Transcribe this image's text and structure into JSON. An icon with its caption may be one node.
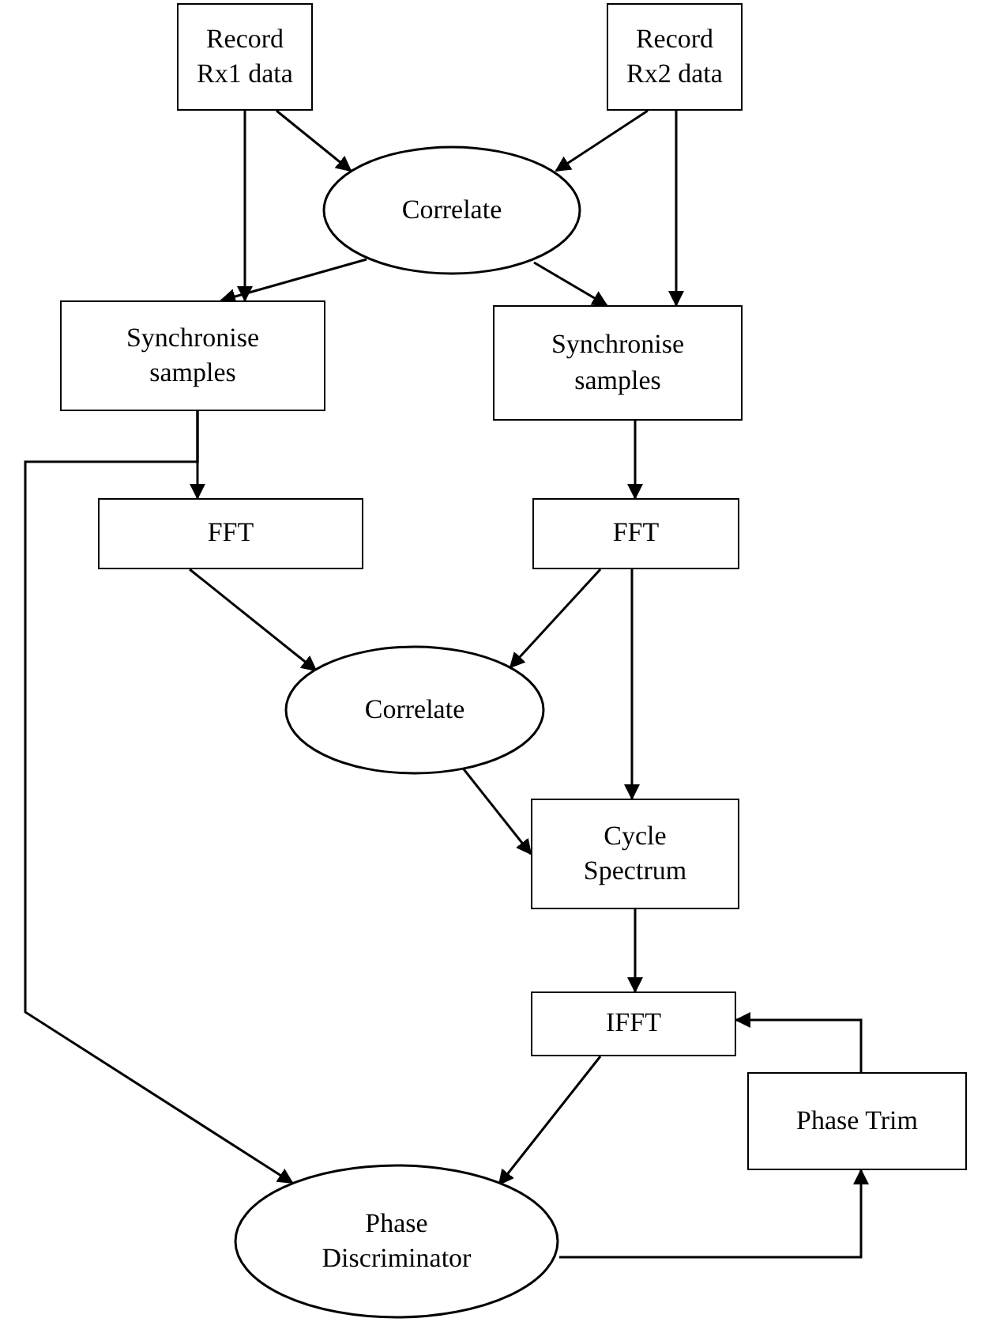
{
  "diagram": {
    "nodes": [
      {
        "text": [
          "Record Rx1 data"
        ]
      },
      {
        "text": [
          "Record Rx2 data"
        ]
      },
      {
        "text": [
          "Correlate"
        ]
      },
      {
        "text": [
          "Synchronise samples"
        ]
      },
      {
        "text": [
          "Synchronise samples"
        ]
      },
      {
        "text": [
          "FFT"
        ]
      },
      {
        "text": [
          "FFT"
        ]
      },
      {
        "text": [
          "Correlate"
        ]
      },
      {
        "text": [
          "Cycle Spectrum"
        ]
      },
      {
        "text": [
          "IFFT"
        ]
      },
      {
        "text": [
          "Phase Trim"
        ]
      },
      {
        "text": [
          "Phase Discriminator"
        ]
      }
    ],
    "edges": [
      {
        "from": 0,
        "to": 3,
        "arrow": "to"
      },
      {
        "from": 0,
        "to": 2,
        "arrow": "to"
      },
      {
        "from": 1,
        "to": 2,
        "arrow": "to"
      },
      {
        "from": 1,
        "to": 4,
        "arrow": "to"
      },
      {
        "from": 2,
        "to": 3,
        "arrow": "to"
      },
      {
        "from": 2,
        "to": 4,
        "arrow": "to"
      },
      {
        "from": 3,
        "to": 5,
        "arrow": "to"
      },
      {
        "from": 3,
        "to": 11,
        "arrow": "to"
      },
      {
        "from": 4,
        "to": 6,
        "arrow": "to"
      },
      {
        "from": 5,
        "to": 7,
        "arrow": "to"
      },
      {
        "from": 6,
        "to": 7,
        "arrow": "to"
      },
      {
        "from": 6,
        "to": 8,
        "arrow": "to"
      },
      {
        "from": 7,
        "to": 8,
        "arrow": "to"
      },
      {
        "from": 8,
        "to": 9,
        "arrow": "to"
      },
      {
        "from": 9,
        "to": 11,
        "arrow": "to"
      },
      {
        "from": 11,
        "to": 10,
        "arrow": "to"
      },
      {
        "from": 10,
        "to": 9,
        "arrow": "to"
      }
    ]
  }
}
